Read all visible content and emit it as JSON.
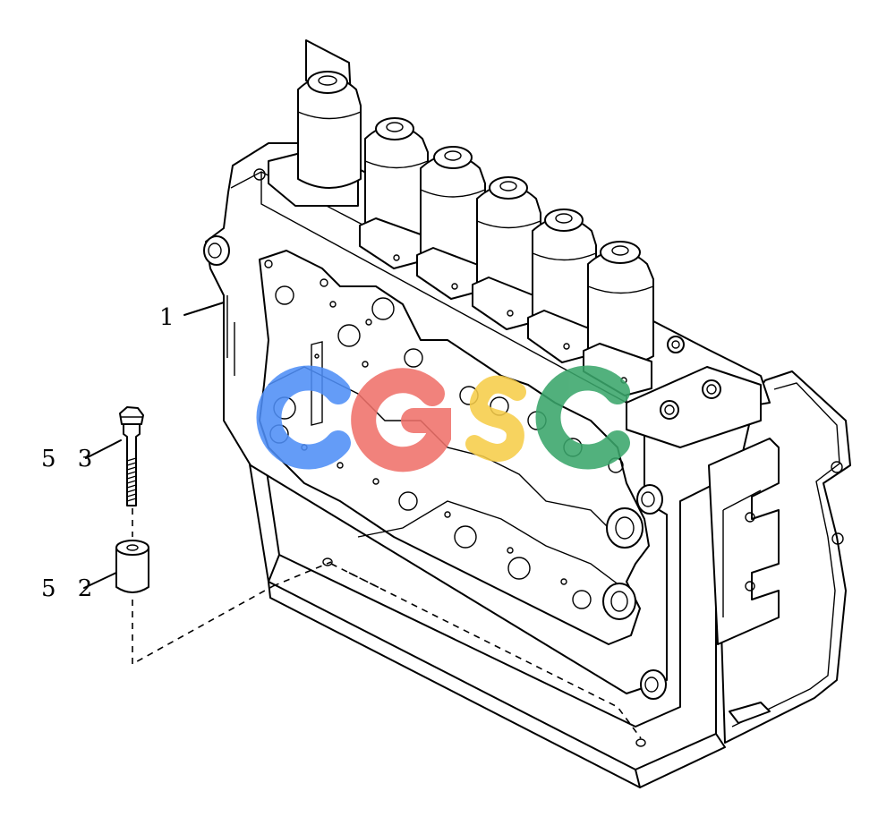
{
  "callouts": {
    "item_1": "1",
    "item_53": "5 3",
    "item_52": "5 2"
  },
  "watermark": {
    "letters": [
      "C",
      "G",
      "S",
      "C"
    ],
    "colors": [
      "#4f8ff7",
      "#f0716a",
      "#f7cd4a",
      "#3aa66b"
    ]
  }
}
